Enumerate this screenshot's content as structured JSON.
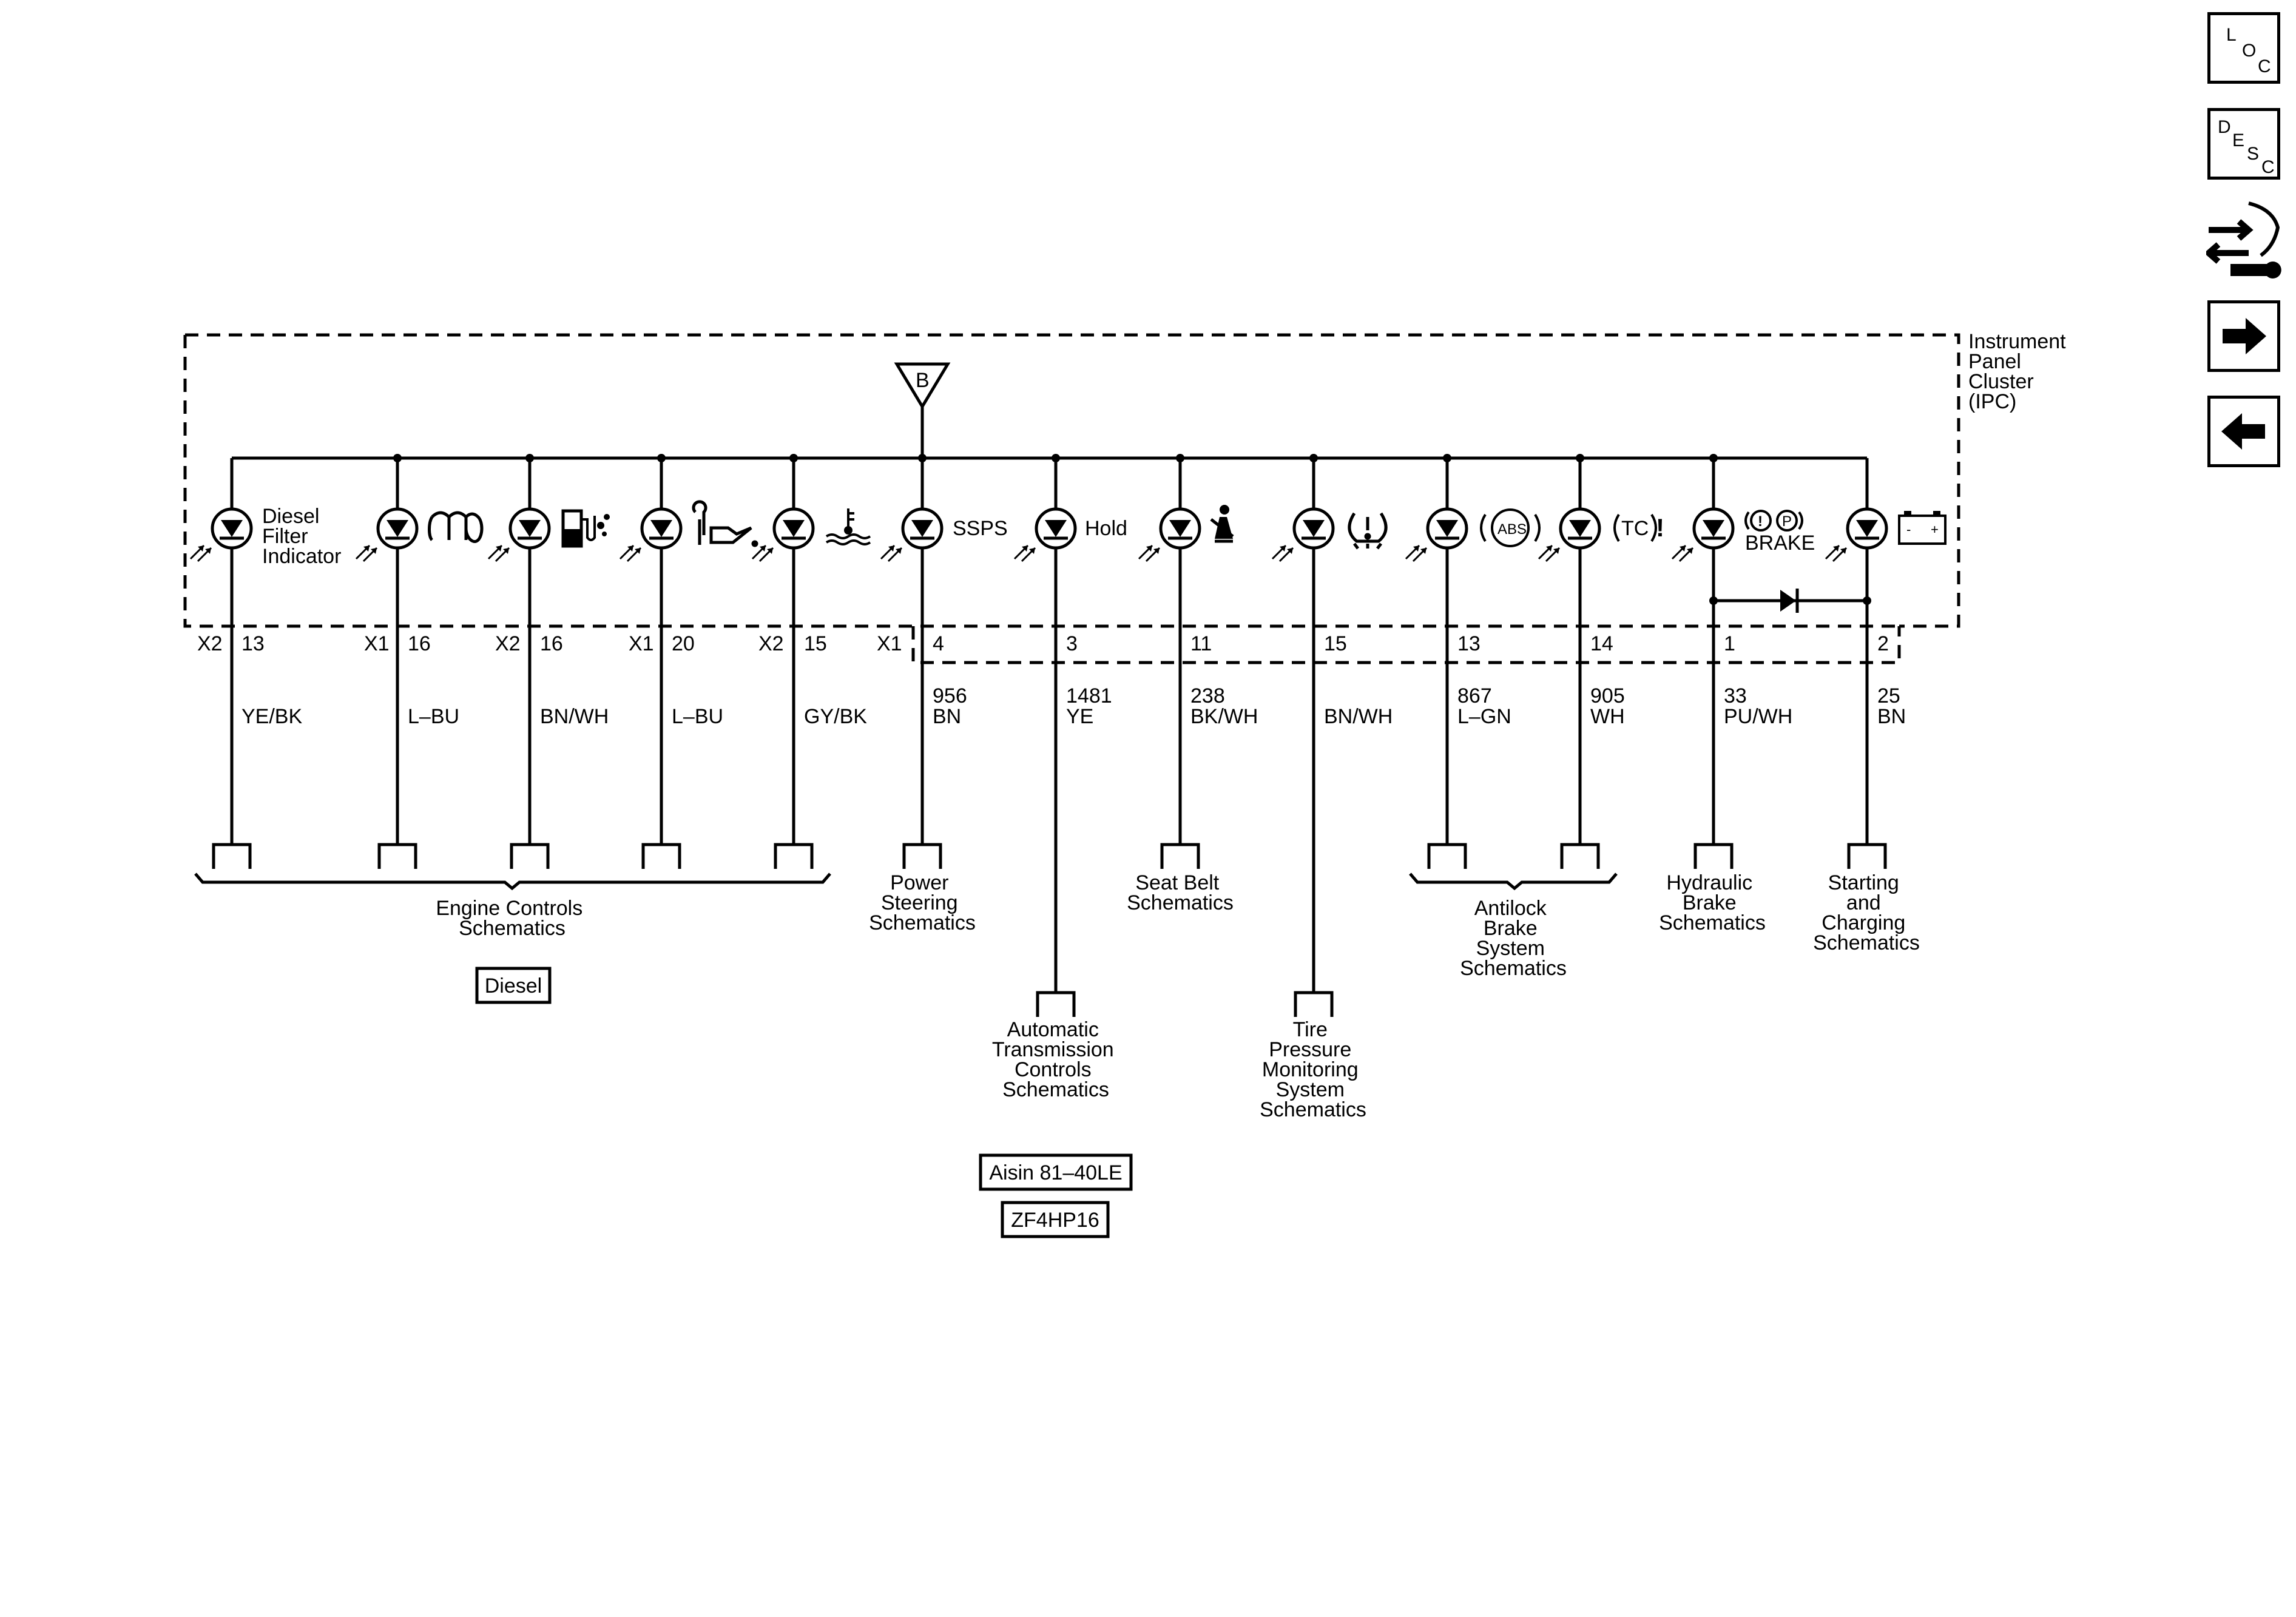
{
  "module": {
    "name_lines": [
      "Instrument",
      "Panel",
      "Cluster",
      "(IPC)"
    ],
    "bus_label": "B"
  },
  "indicators": [
    {
      "label_lines": [
        "Diesel",
        "Filter",
        "Indicator"
      ],
      "icon": "text-label",
      "connector": "X2",
      "pin": "13",
      "circuit": "",
      "wire_color": "YE/BK",
      "destination": "engine-controls"
    },
    {
      "label_lines": [],
      "icon": "glow-plug-icon",
      "connector": "X1",
      "pin": "16",
      "circuit": "",
      "wire_color": "L–BU",
      "destination": "engine-controls"
    },
    {
      "label_lines": [],
      "icon": "water-in-fuel-icon",
      "connector": "X2",
      "pin": "16",
      "circuit": "",
      "wire_color": "BN/WH",
      "destination": "engine-controls"
    },
    {
      "label_lines": [],
      "icon": "oil-service-icon",
      "connector": "X1",
      "pin": "20",
      "circuit": "",
      "wire_color": "L–BU",
      "destination": "engine-controls"
    },
    {
      "label_lines": [],
      "icon": "coolant-temperature-icon",
      "connector": "X2",
      "pin": "15",
      "circuit": "",
      "wire_color": "GY/BK",
      "destination": "engine-controls"
    },
    {
      "label_lines": [
        "SSPS"
      ],
      "icon": "text-label",
      "connector": "X1",
      "pin": "4",
      "circuit": "956",
      "wire_color": "BN",
      "destination": "power-steering"
    },
    {
      "label_lines": [
        "Hold"
      ],
      "icon": "text-label",
      "connector": "",
      "pin": "3",
      "circuit": "1481",
      "wire_color": "YE",
      "destination": "automatic-transmission"
    },
    {
      "label_lines": [],
      "icon": "seat-belt-icon",
      "connector": "",
      "pin": "11",
      "circuit": "238",
      "wire_color": "BK/WH",
      "destination": "seat-belt"
    },
    {
      "label_lines": [],
      "icon": "tire-pressure-icon",
      "connector": "",
      "pin": "15",
      "circuit": "",
      "wire_color": "BN/WH",
      "destination": "tire-pressure"
    },
    {
      "label_lines": [
        "ABS"
      ],
      "icon": "abs-icon",
      "connector": "",
      "pin": "13",
      "circuit": "867",
      "wire_color": "L–GN",
      "destination": "antilock-brake"
    },
    {
      "label_lines": [
        "TC",
        "!"
      ],
      "icon": "traction-control-icon",
      "connector": "",
      "pin": "14",
      "circuit": "905",
      "wire_color": "WH",
      "destination": "antilock-brake"
    },
    {
      "label_lines": [
        "!",
        "P",
        "BRAKE"
      ],
      "icon": "brake-warning-icon",
      "connector": "",
      "pin": "1",
      "circuit": "33",
      "wire_color": "PU/WH",
      "destination": "hydraulic-brake"
    },
    {
      "label_lines": [
        "-",
        "+"
      ],
      "icon": "battery-icon",
      "connector": "",
      "pin": "2",
      "circuit": "25",
      "wire_color": "BN",
      "destination": "starting-charging"
    }
  ],
  "destinations": {
    "engine_controls": [
      "Engine Controls",
      "Schematics"
    ],
    "power_steering": [
      "Power",
      "Steering",
      "Schematics"
    ],
    "seat_belt": [
      "Seat Belt",
      "Schematics"
    ],
    "antilock_brake": [
      "Antilock",
      "Brake",
      "System",
      "Schematics"
    ],
    "hydraulic_brake": [
      "Hydraulic",
      "Brake",
      "Schematics"
    ],
    "starting_charging": [
      "Starting",
      "and",
      "Charging",
      "Schematics"
    ],
    "automatic_transmission": [
      "Automatic",
      "Transmission",
      "Controls",
      "Schematics"
    ],
    "tire_pressure": [
      "Tire",
      "Pressure",
      "Monitoring",
      "System",
      "Schematics"
    ]
  },
  "option_boxes": {
    "diesel": "Diesel",
    "aisin": "Aisin 81–40LE",
    "zf": "ZF4HP16"
  },
  "nav": {
    "loc": [
      "L",
      "O",
      "C"
    ],
    "desc": [
      "D",
      "E",
      "S",
      "C"
    ],
    "icons": [
      "connector-wrench-icon",
      "arrow-right-icon",
      "arrow-left-icon"
    ]
  }
}
